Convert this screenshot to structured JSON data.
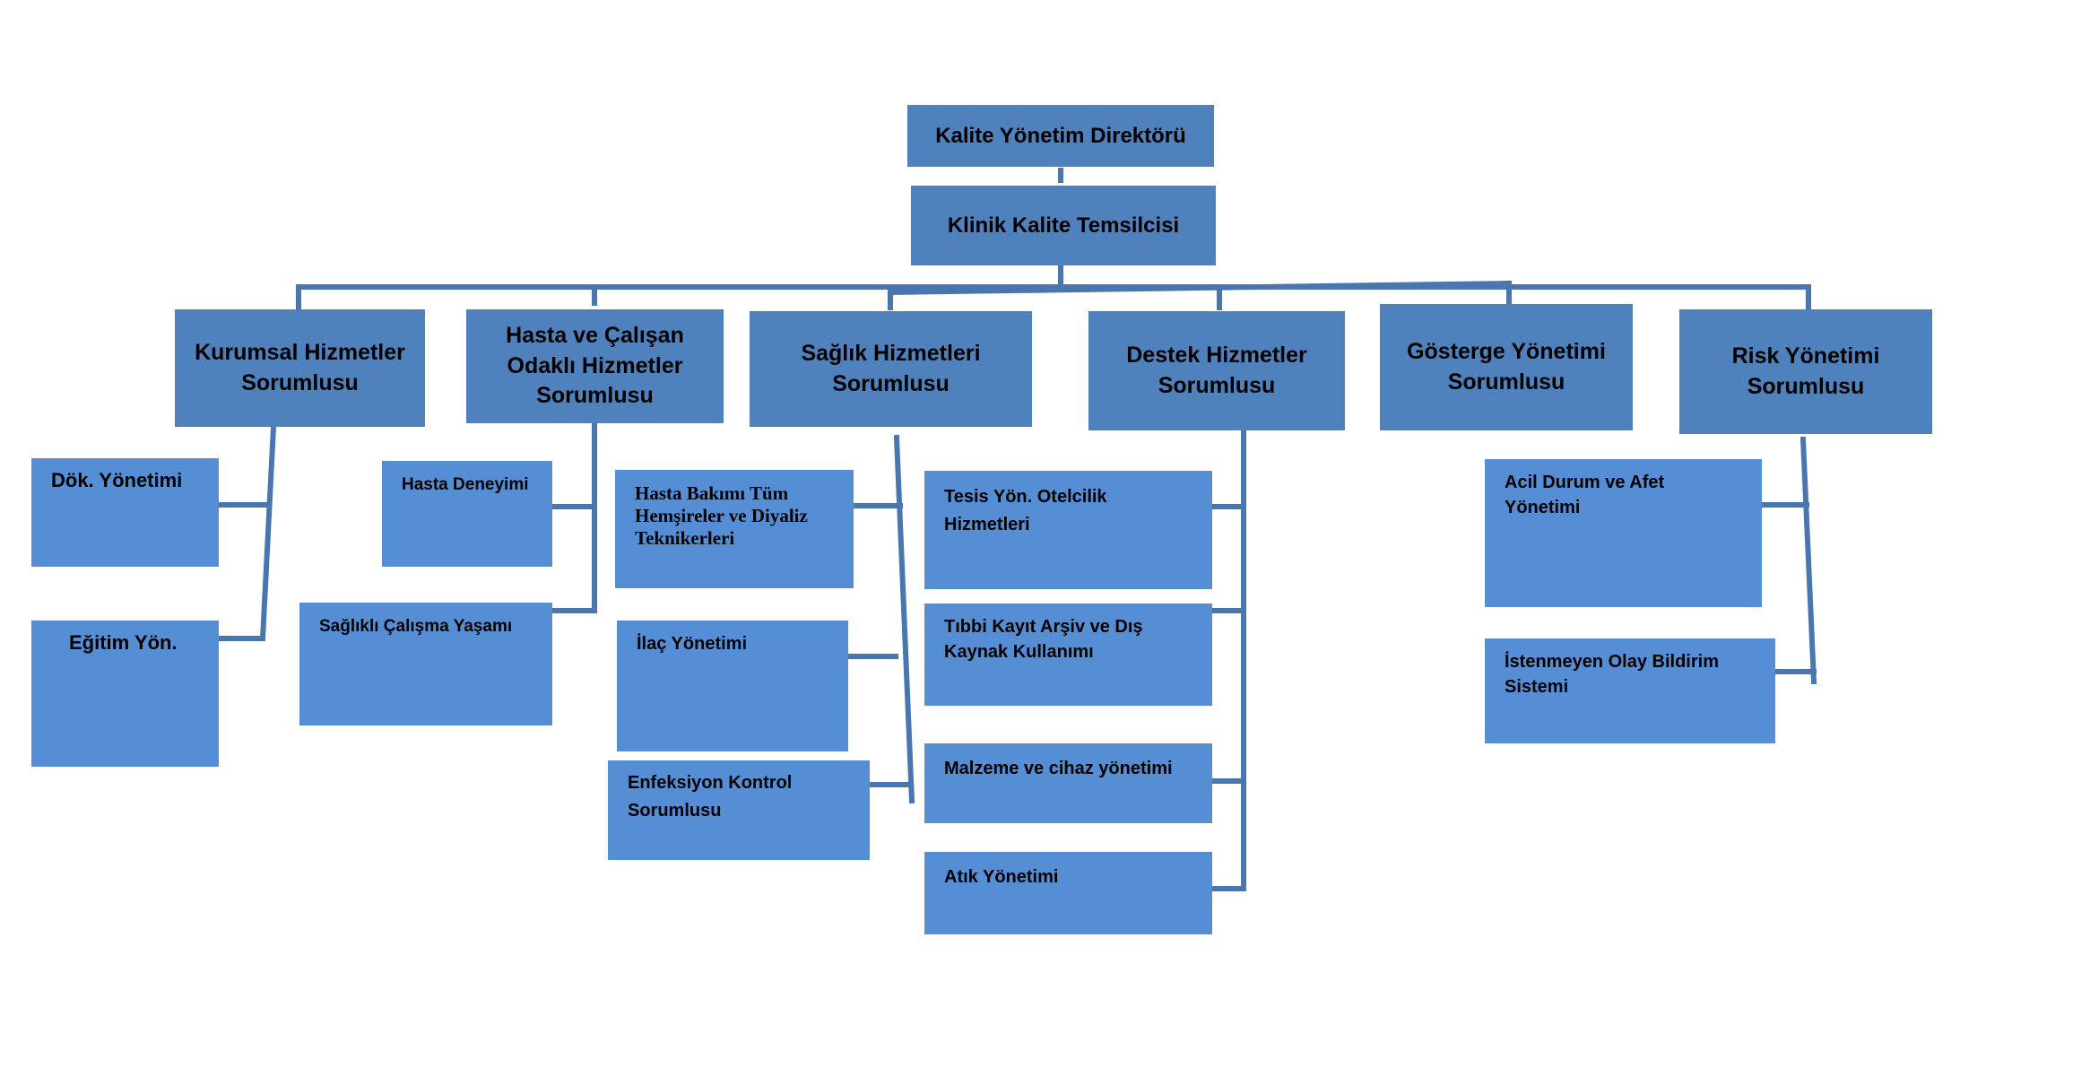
{
  "colors": {
    "box_dark": "#4f81bd",
    "box_light": "#558ed5",
    "connector": "#4a76b0"
  },
  "chart": {
    "root": "Kalite Yönetim Direktörü",
    "representative": "Klinik Kalite Temsilcisi",
    "groups": [
      {
        "name": "Kurumsal Hizmetler Sorumlusu",
        "items": [
          "Dök. Yönetimi",
          "Eğitim Yön."
        ]
      },
      {
        "name": "Hasta ve Çalışan Odaklı Hizmetler Sorumlusu",
        "items": [
          "Hasta Deneyimi",
          "Sağlıklı Çalışma Yaşamı"
        ]
      },
      {
        "name": "Sağlık Hizmetleri Sorumlusu",
        "items": [
          "Hasta Bakımı Tüm Hemşireler ve Diyaliz Teknikerleri",
          "İlaç Yönetimi",
          "Enfeksiyon Kontrol Sorumlusu"
        ]
      },
      {
        "name": "Destek Hizmetler Sorumlusu",
        "items": [
          "Tesis Yön. Otelcilik Hizmetleri",
          "Tıbbi Kayıt Arşiv ve Dış Kaynak Kullanımı",
          "Malzeme ve cihaz yönetimi",
          "Atık Yönetimi"
        ]
      },
      {
        "name": "Gösterge Yönetimi Sorumlusu",
        "items": []
      },
      {
        "name": "Risk Yönetimi Sorumlusu",
        "items": [
          "Acil Durum ve Afet Yönetimi",
          "İstenmeyen Olay Bildirim Sistemi"
        ]
      }
    ]
  }
}
